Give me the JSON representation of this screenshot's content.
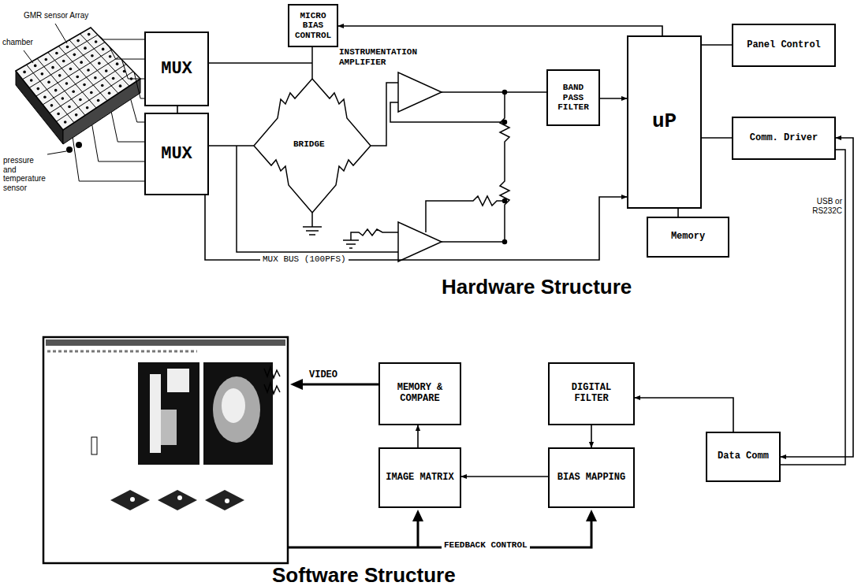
{
  "diagram": {
    "nodes": [
      {
        "text": [
          "MICRO BIAS CONTROL"
        ]
      },
      {
        "text": [
          "MUX"
        ]
      },
      {
        "text": [
          "MUX"
        ]
      },
      {
        "text": [
          "BAND PASS FILTER"
        ]
      },
      {
        "text": [
          "uP"
        ]
      },
      {
        "text": [
          "Panel Control"
        ]
      },
      {
        "text": [
          "Comm. Driver"
        ]
      },
      {
        "text": [
          "Memory"
        ]
      },
      {
        "text": [
          "DIGITAL FILTER"
        ]
      },
      {
        "text": [
          "Data Comm"
        ]
      },
      {
        "text": [
          "MEMORY & COMPARE"
        ]
      },
      {
        "text": [
          "IMAGE MATRIX"
        ]
      },
      {
        "text": [
          "BIAS MAPPING"
        ]
      }
    ],
    "edges": [
      {
        "from": 4,
        "to": 0,
        "arrow": "to"
      },
      {
        "from": 1,
        "to": 2,
        "arrow": "none"
      },
      {
        "from": 3,
        "to": 4,
        "arrow": "to"
      },
      {
        "from": 4,
        "to": 5,
        "arrow": "none"
      },
      {
        "from": 4,
        "to": 6,
        "arrow": "none"
      },
      {
        "from": 4,
        "to": 7,
        "arrow": "none"
      },
      {
        "from": 2,
        "to": 4,
        "arrow": "to"
      },
      {
        "from": 6,
        "to": 9,
        "arrow": "both"
      },
      {
        "from": 9,
        "to": 8,
        "arrow": "to"
      },
      {
        "from": 8,
        "to": 12,
        "arrow": "to"
      },
      {
        "from": 12,
        "to": 11,
        "arrow": "to"
      },
      {
        "from": 11,
        "to": 10,
        "arrow": "to"
      }
    ],
    "labels": [
      "GMR sensor Array",
      "chamber",
      "pressure and temperature sensor",
      "BRIDGE",
      "INSTRUMENTATION AMPLIFIER",
      "MUX BUS (100PFS)",
      "Hardware Structure",
      "USB or RS232C",
      "VIDEO",
      "FEEDBACK CONTROL",
      "Software Structure"
    ]
  }
}
